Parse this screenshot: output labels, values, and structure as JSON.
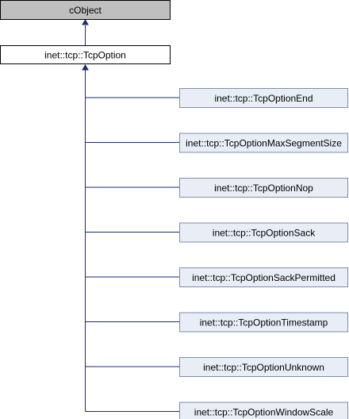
{
  "root": {
    "label": "cObject",
    "fill": "#bfbfbf"
  },
  "base": {
    "label": "inet::tcp::TcpOption",
    "fill": "#ffffff"
  },
  "children": [
    {
      "label": "inet::tcp::TcpOptionEnd"
    },
    {
      "label": "inet::tcp::TcpOptionMaxSegmentSize"
    },
    {
      "label": "inet::tcp::TcpOptionNop"
    },
    {
      "label": "inet::tcp::TcpOptionSack"
    },
    {
      "label": "inet::tcp::TcpOptionSackPermitted"
    },
    {
      "label": "inet::tcp::TcpOptionTimestamp"
    },
    {
      "label": "inet::tcp::TcpOptionUnknown"
    },
    {
      "label": "inet::tcp::TcpOptionWindowScale"
    }
  ],
  "colors": {
    "child_fill": "#e8edf6",
    "child_stroke": "#7e8cad",
    "edge": "#1a2a7a",
    "node_stroke": "#000000"
  }
}
